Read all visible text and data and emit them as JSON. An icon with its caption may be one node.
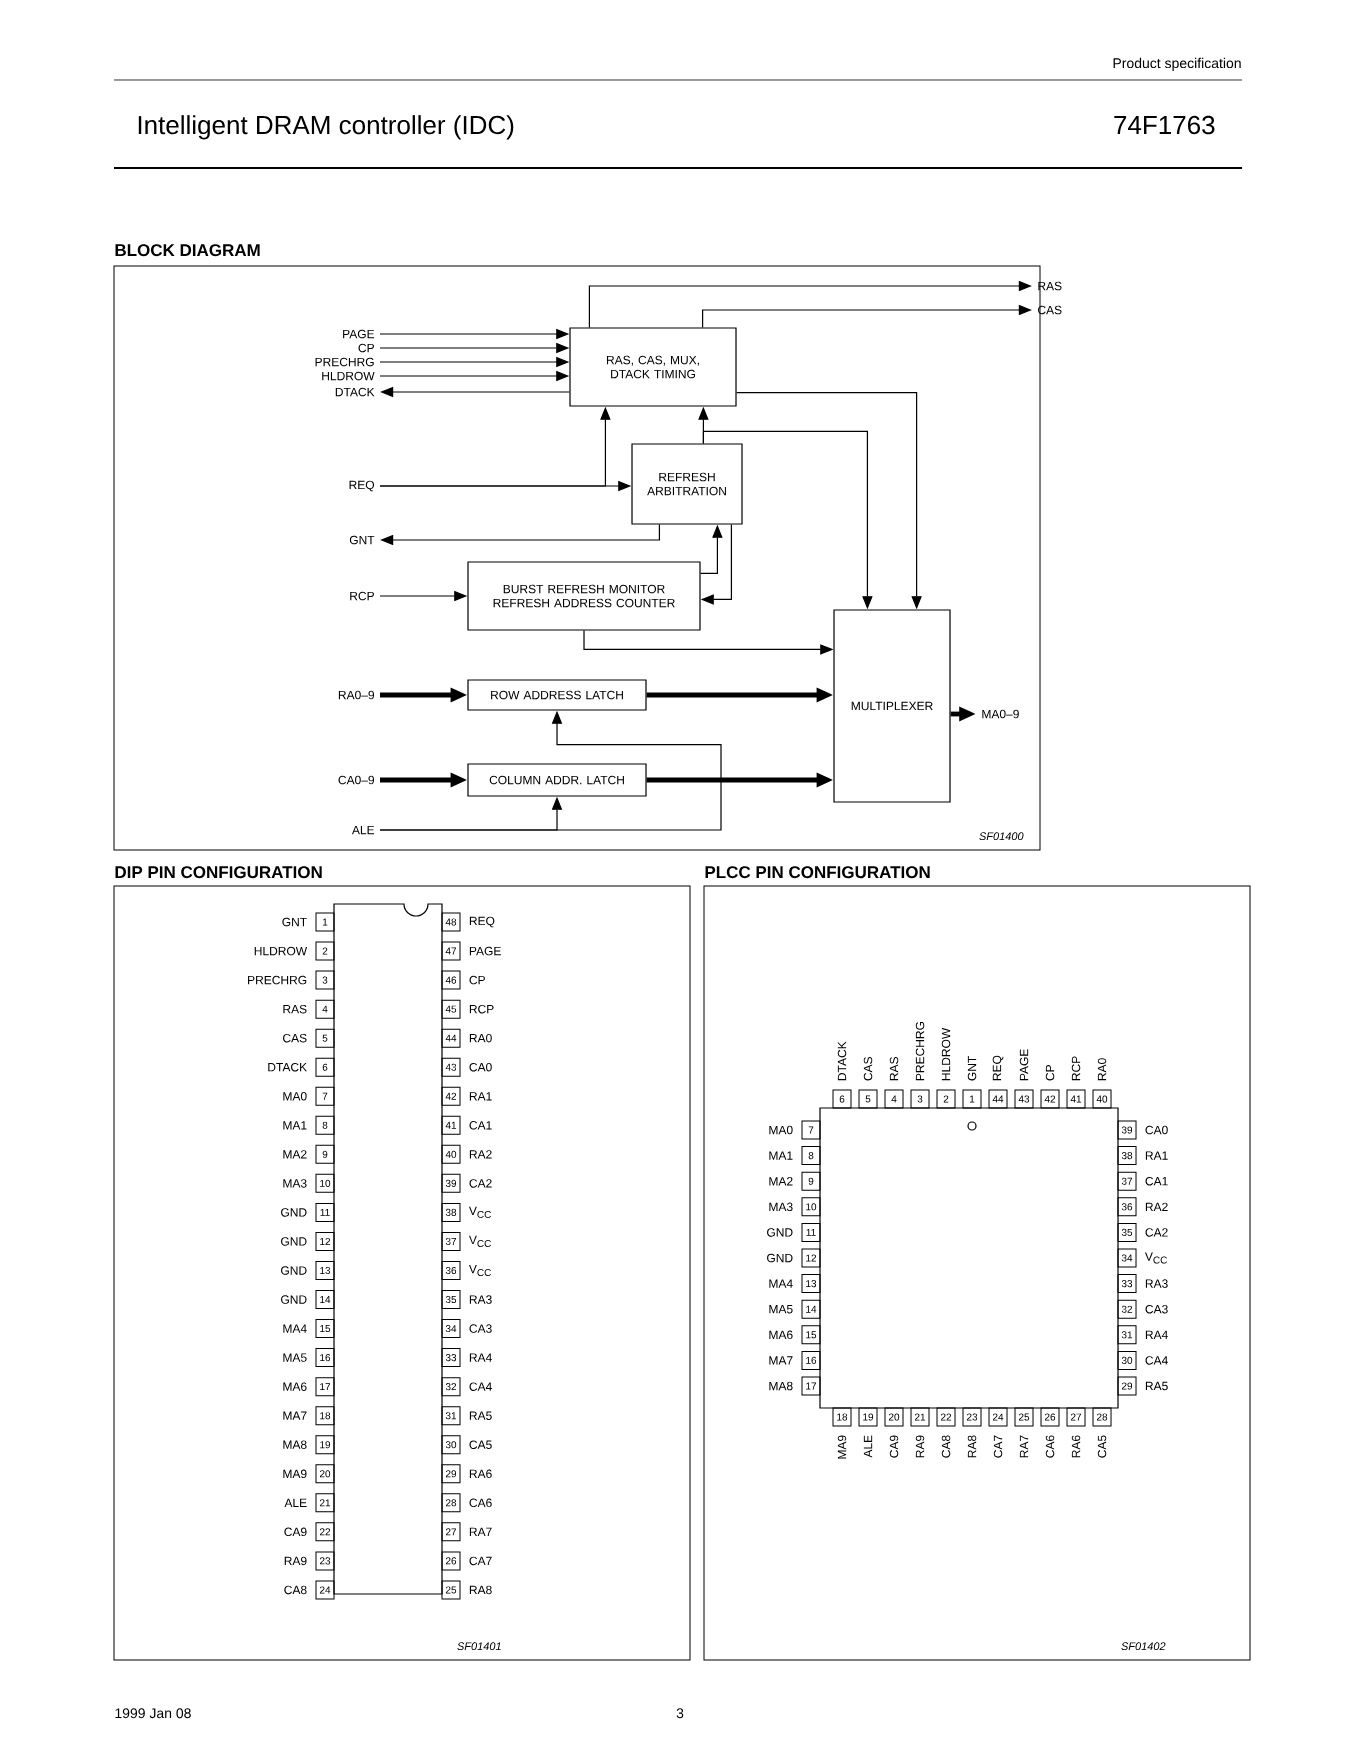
{
  "diagram": {
    "title": "Intelligent DRAM controller (IDC)",
    "nodes": [
      {
        "text": [
          "RAS, CAS, MUX, DTACK TIMING"
        ]
      },
      {
        "text": [
          "REFRESH ARBITRATION"
        ]
      },
      {
        "text": [
          "BURST REFRESH MONITOR REFRESH ADDRESS COUNTER"
        ]
      },
      {
        "text": [
          "ROW ADDRESS LATCH"
        ]
      },
      {
        "text": [
          "COLUMN ADDR. LATCH"
        ]
      },
      {
        "text": [
          "MULTIPLEXER"
        ]
      },
      {
        "text": [
          "PAGE"
        ]
      },
      {
        "text": [
          "CP"
        ]
      },
      {
        "text": [
          "PRECHRG"
        ]
      },
      {
        "text": [
          "HLDROW"
        ]
      },
      {
        "text": [
          "DTACK"
        ]
      },
      {
        "text": [
          "REQ"
        ]
      },
      {
        "text": [
          "GNT"
        ]
      },
      {
        "text": [
          "RCP"
        ]
      },
      {
        "text": [
          "RA0–9"
        ]
      },
      {
        "text": [
          "CA0–9"
        ]
      },
      {
        "text": [
          "ALE"
        ]
      },
      {
        "text": [
          "RAS"
        ]
      },
      {
        "text": [
          "CAS"
        ]
      },
      {
        "text": [
          "MA0–9"
        ]
      },
      {
        "text": [
          "1"
        ],
        "beside": [
          "GNT"
        ]
      },
      {
        "text": [
          "2"
        ],
        "beside": [
          "HLDROW"
        ]
      },
      {
        "text": [
          "3"
        ],
        "beside": [
          "PRECHRG"
        ]
      },
      {
        "text": [
          "4"
        ],
        "beside": [
          "RAS"
        ]
      },
      {
        "text": [
          "5"
        ],
        "beside": [
          "CAS"
        ]
      },
      {
        "text": [
          "6"
        ],
        "beside": [
          "DTACK"
        ]
      },
      {
        "text": [
          "7"
        ],
        "beside": [
          "MA0"
        ]
      },
      {
        "text": [
          "8"
        ],
        "beside": [
          "MA1"
        ]
      },
      {
        "text": [
          "9"
        ],
        "beside": [
          "MA2"
        ]
      },
      {
        "text": [
          "10"
        ],
        "beside": [
          "MA3"
        ]
      },
      {
        "text": [
          "11"
        ],
        "beside": [
          "GND"
        ]
      },
      {
        "text": [
          "12"
        ],
        "beside": [
          "GND"
        ]
      },
      {
        "text": [
          "13"
        ],
        "beside": [
          "GND"
        ]
      },
      {
        "text": [
          "14"
        ],
        "beside": [
          "GND"
        ]
      },
      {
        "text": [
          "15"
        ],
        "beside": [
          "MA4"
        ]
      },
      {
        "text": [
          "16"
        ],
        "beside": [
          "MA5"
        ]
      },
      {
        "text": [
          "17"
        ],
        "beside": [
          "MA6"
        ]
      },
      {
        "text": [
          "18"
        ],
        "beside": [
          "MA7"
        ]
      },
      {
        "text": [
          "19"
        ],
        "beside": [
          "MA8"
        ]
      },
      {
        "text": [
          "20"
        ],
        "beside": [
          "MA9"
        ]
      },
      {
        "text": [
          "21"
        ],
        "beside": [
          "ALE"
        ]
      },
      {
        "text": [
          "22"
        ],
        "beside": [
          "CA9"
        ]
      },
      {
        "text": [
          "23"
        ],
        "beside": [
          "RA9"
        ]
      },
      {
        "text": [
          "24"
        ],
        "beside": [
          "CA8"
        ]
      },
      {
        "text": [
          "48"
        ],
        "beside": [
          "REQ"
        ]
      },
      {
        "text": [
          "47"
        ],
        "beside": [
          "PAGE"
        ]
      },
      {
        "text": [
          "46"
        ],
        "beside": [
          "CP"
        ]
      },
      {
        "text": [
          "45"
        ],
        "beside": [
          "RCP"
        ]
      },
      {
        "text": [
          "44"
        ],
        "beside": [
          "RA0"
        ]
      },
      {
        "text": [
          "43"
        ],
        "beside": [
          "CA0"
        ]
      },
      {
        "text": [
          "42"
        ],
        "beside": [
          "RA1"
        ]
      },
      {
        "text": [
          "41"
        ],
        "beside": [
          "CA1"
        ]
      },
      {
        "text": [
          "40"
        ],
        "beside": [
          "RA2"
        ]
      },
      {
        "text": [
          "39"
        ],
        "beside": [
          "CA2"
        ]
      },
      {
        "text": [
          "38"
        ],
        "beside": [
          "V$_{CC}$"
        ]
      },
      {
        "text": [
          "37"
        ],
        "beside": [
          "V$_{CC}$"
        ]
      },
      {
        "text": [
          "36"
        ],
        "beside": [
          "V$_{CC}$"
        ]
      },
      {
        "text": [
          "35"
        ],
        "beside": [
          "RA3"
        ]
      },
      {
        "text": [
          "34"
        ],
        "beside": [
          "CA3"
        ]
      },
      {
        "text": [
          "33"
        ],
        "beside": [
          "RA4"
        ]
      },
      {
        "text": [
          "32"
        ],
        "beside": [
          "CA4"
        ]
      },
      {
        "text": [
          "31"
        ],
        "beside": [
          "RA5"
        ]
      },
      {
        "text": [
          "30"
        ],
        "beside": [
          "CA5"
        ]
      },
      {
        "text": [
          "29"
        ],
        "beside": [
          "RA6"
        ]
      },
      {
        "text": [
          "28"
        ],
        "beside": [
          "CA6"
        ]
      },
      {
        "text": [
          "27"
        ],
        "beside": [
          "RA7"
        ]
      },
      {
        "text": [
          "26"
        ],
        "beside": [
          "CA7"
        ]
      },
      {
        "text": [
          "25"
        ],
        "beside": [
          "RA8"
        ]
      },
      {
        "text": [
          "6"
        ],
        "beside": [
          "DTACK"
        ]
      },
      {
        "text": [
          "5"
        ],
        "beside": [
          "CAS"
        ]
      },
      {
        "text": [
          "4"
        ],
        "beside": [
          "RAS"
        ]
      },
      {
        "text": [
          "3"
        ],
        "beside": [
          "PRECHRG"
        ]
      },
      {
        "text": [
          "2"
        ],
        "beside": [
          "HLDROW"
        ]
      },
      {
        "text": [
          "1"
        ],
        "beside": [
          "GNT"
        ]
      },
      {
        "text": [
          "44"
        ],
        "beside": [
          "REQ"
        ]
      },
      {
        "text": [
          "43"
        ],
        "beside": [
          "PAGE"
        ]
      },
      {
        "text": [
          "42"
        ],
        "beside": [
          "CP"
        ]
      },
      {
        "text": [
          "41"
        ],
        "beside": [
          "RCP"
        ]
      },
      {
        "text": [
          "40"
        ],
        "beside": [
          "RA0"
        ]
      },
      {
        "text": [
          "7"
        ],
        "beside": [
          "MA0"
        ]
      },
      {
        "text": [
          "8"
        ],
        "beside": [
          "MA1"
        ]
      },
      {
        "text": [
          "9"
        ],
        "beside": [
          "MA2"
        ]
      },
      {
        "text": [
          "10"
        ],
        "beside": [
          "MA3"
        ]
      },
      {
        "text": [
          "11"
        ],
        "beside": [
          "GND"
        ]
      },
      {
        "text": [
          "12"
        ],
        "beside": [
          "GND"
        ]
      },
      {
        "text": [
          "13"
        ],
        "beside": [
          "MA4"
        ]
      },
      {
        "text": [
          "14"
        ],
        "beside": [
          "MA5"
        ]
      },
      {
        "text": [
          "15"
        ],
        "beside": [
          "MA6"
        ]
      },
      {
        "text": [
          "16"
        ],
        "beside": [
          "MA7"
        ]
      },
      {
        "text": [
          "17"
        ],
        "beside": [
          "MA8"
        ]
      },
      {
        "text": [
          "39"
        ],
        "beside": [
          "CA0"
        ]
      },
      {
        "text": [
          "38"
        ],
        "beside": [
          "RA1"
        ]
      },
      {
        "text": [
          "37"
        ],
        "beside": [
          "CA1"
        ]
      },
      {
        "text": [
          "36"
        ],
        "beside": [
          "RA2"
        ]
      },
      {
        "text": [
          "35"
        ],
        "beside": [
          "CA2"
        ]
      },
      {
        "text": [
          "34"
        ],
        "beside": [
          "V$_{CC}$"
        ]
      },
      {
        "text": [
          "33"
        ],
        "beside": [
          "RA3"
        ]
      },
      {
        "text": [
          "32"
        ],
        "beside": [
          "CA3"
        ]
      },
      {
        "text": [
          "31"
        ],
        "beside": [
          "RA4"
        ]
      },
      {
        "text": [
          "30"
        ],
        "beside": [
          "CA4"
        ]
      },
      {
        "text": [
          "29"
        ],
        "beside": [
          "RA5"
        ]
      },
      {
        "text": [
          "18"
        ],
        "beside": [
          "MA9"
        ]
      },
      {
        "text": [
          "19"
        ],
        "beside": [
          "ALE"
        ]
      },
      {
        "text": [
          "20"
        ],
        "beside": [
          "CA9"
        ]
      },
      {
        "text": [
          "21"
        ],
        "beside": [
          "RA9"
        ]
      },
      {
        "text": [
          "22"
        ],
        "beside": [
          "CA8"
        ]
      },
      {
        "text": [
          "23"
        ],
        "beside": [
          "RA8"
        ]
      },
      {
        "text": [
          "24"
        ],
        "beside": [
          "CA7"
        ]
      },
      {
        "text": [
          "25"
        ],
        "beside": [
          "RA7"
        ]
      },
      {
        "text": [
          "26"
        ],
        "beside": [
          "CA6"
        ]
      },
      {
        "text": [
          "27"
        ],
        "beside": [
          "RA6"
        ]
      },
      {
        "text": [
          "28"
        ],
        "beside": [
          "CA5"
        ]
      }
    ],
    "edges": [
      {
        "from": 6,
        "to": 0,
        "arrow": "to"
      },
      {
        "from": 7,
        "to": 0,
        "arrow": "to"
      },
      {
        "from": 8,
        "to": 0,
        "arrow": "to"
      },
      {
        "from": 9,
        "to": 0,
        "arrow": "to"
      },
      {
        "from": 0,
        "to": 10,
        "arrow": "to"
      },
      {
        "from": 0,
        "to": 17,
        "arrow": "to"
      },
      {
        "from": 0,
        "to": 18,
        "arrow": "to"
      },
      {
        "from": 11,
        "to": 0,
        "arrow": "to"
      },
      {
        "from": 11,
        "to": 1,
        "arrow": "to"
      },
      {
        "from": 1,
        "to": 0,
        "arrow": "to"
      },
      {
        "from": 1,
        "to": 5,
        "arrow": "to"
      },
      {
        "from": 1,
        "to": 12,
        "arrow": "to"
      },
      {
        "from": 2,
        "to": 1,
        "arrow": "to"
      },
      {
        "from": 1,
        "to": 2,
        "arrow": "to"
      },
      {
        "from": 13,
        "to": 2,
        "arrow": "to"
      },
      {
        "from": 2,
        "to": 5,
        "arrow": "to"
      },
      {
        "from": 0,
        "to": 5,
        "arrow": "to"
      },
      {
        "from": 14,
        "to": 3,
        "arrow": "to",
        "style": "thick"
      },
      {
        "from": 3,
        "to": 5,
        "arrow": "to",
        "style": "thick"
      },
      {
        "from": 15,
        "to": 4,
        "arrow": "to",
        "style": "thick"
      },
      {
        "from": 4,
        "to": 5,
        "arrow": "to",
        "style": "thick"
      },
      {
        "from": 5,
        "to": 19,
        "arrow": "to",
        "style": "thick"
      },
      {
        "from": 16,
        "to": 3,
        "arrow": "to"
      },
      {
        "from": 16,
        "to": 4,
        "arrow": "to"
      }
    ],
    "labels": [
      "Product specification",
      "74F1763",
      "BLOCK DIAGRAM",
      "SF01400",
      "DIP PIN CONFIGURATION",
      "PLCC PIN CONFIGURATION",
      "SF01401",
      "SF01402",
      "1999 Jan 08",
      "3"
    ]
  }
}
